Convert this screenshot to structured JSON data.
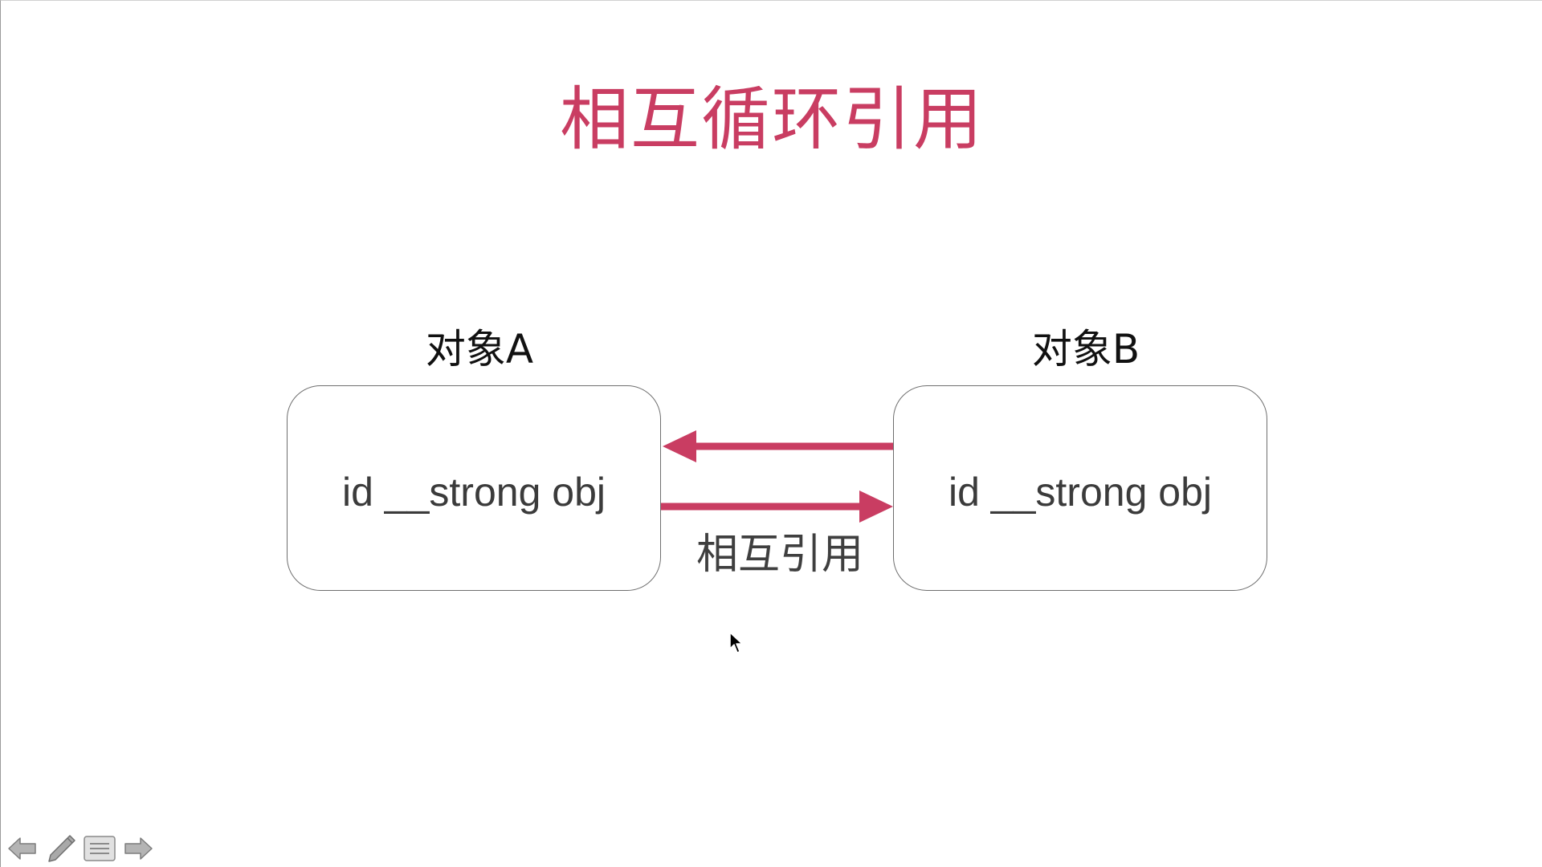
{
  "colors": {
    "accent": "#c93d62",
    "box_border": "#6f6f6f",
    "toolbar_gray": "#9b9b9b"
  },
  "slide": {
    "title": "相互循环引用"
  },
  "diagram": {
    "object_a": {
      "label": "对象A",
      "content": "id __strong obj"
    },
    "object_b": {
      "label": "对象B",
      "content": "id __strong obj"
    },
    "arrow_label": "相互引用",
    "arrows": [
      {
        "from": "object_b",
        "to": "object_a"
      },
      {
        "from": "object_a",
        "to": "object_b"
      }
    ]
  },
  "toolbar": {
    "items": [
      {
        "icon": "previous-arrow-icon"
      },
      {
        "icon": "pen-icon"
      },
      {
        "icon": "menu-icon"
      },
      {
        "icon": "next-arrow-icon"
      }
    ]
  }
}
